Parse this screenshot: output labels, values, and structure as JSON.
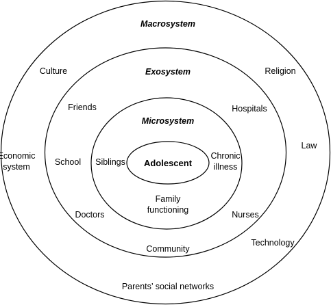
{
  "macrosystem": {
    "title": "Macrosystem",
    "items": {
      "culture": "Culture",
      "religion": "Religion",
      "law": "Law",
      "economic_system_line1": "Economic",
      "economic_system_line2": "system",
      "technology": "Technology",
      "parents_social_networks": "Parents’ social networks"
    }
  },
  "exosystem": {
    "title": "Exosystem",
    "items": {
      "friends": "Friends",
      "hospitals": "Hospitals",
      "school": "School",
      "doctors": "Doctors",
      "nurses": "Nurses",
      "community": "Community"
    }
  },
  "microsystem": {
    "title": "Microsystem",
    "items": {
      "siblings": "Siblings",
      "chronic_illness_line1": "Chronic",
      "chronic_illness_line2": "illness",
      "family_functioning_line1": "Family",
      "family_functioning_line2": "functioning"
    }
  },
  "core": {
    "label": "Adolescent"
  }
}
